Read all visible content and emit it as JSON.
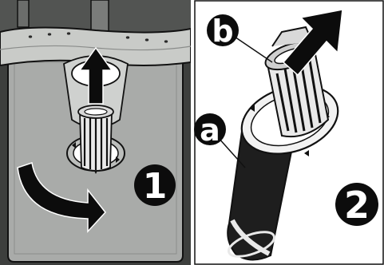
{
  "figure": {
    "panels": [
      {
        "id": "panel-1",
        "step_number": "1"
      },
      {
        "id": "panel-2",
        "step_number": "2"
      }
    ],
    "callouts": {
      "a": "a",
      "b": "b"
    }
  },
  "colors": {
    "tub_grey": "#a9aba9",
    "tub_dark": "#3d3f3d",
    "spray_arm": "#c9cbc8",
    "outline": "#111111",
    "filter_dark": "#1e1e1e",
    "filter_light": "#e9e9e9",
    "arrow_black": "#0c0c0c"
  }
}
